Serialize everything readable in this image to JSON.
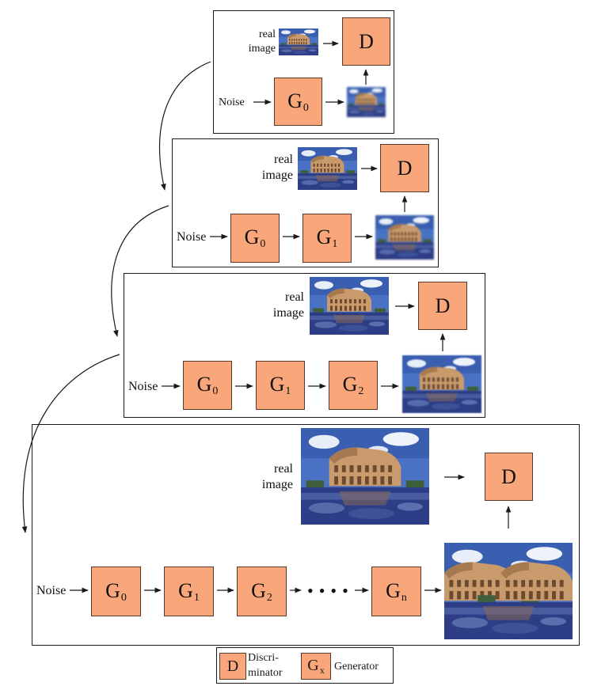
{
  "stages": [
    {
      "real_label": "real\nimage",
      "noise_label": "Noise",
      "generators": [
        {
          "letter": "G",
          "sub": "0"
        }
      ],
      "discriminator": "D"
    },
    {
      "real_label": "real\nimage",
      "noise_label": "Noise",
      "generators": [
        {
          "letter": "G",
          "sub": "0"
        },
        {
          "letter": "G",
          "sub": "1"
        }
      ],
      "discriminator": "D"
    },
    {
      "real_label": "real\nimage",
      "noise_label": "Noise",
      "generators": [
        {
          "letter": "G",
          "sub": "0"
        },
        {
          "letter": "G",
          "sub": "1"
        },
        {
          "letter": "G",
          "sub": "2"
        }
      ],
      "discriminator": "D"
    },
    {
      "real_label": "real\nimage",
      "noise_label": "Noise",
      "generators": [
        {
          "letter": "G",
          "sub": "0"
        },
        {
          "letter": "G",
          "sub": "1"
        },
        {
          "letter": "G",
          "sub": "2"
        },
        {
          "letter": "G",
          "sub": "n"
        }
      ],
      "ellipsis": "••••",
      "discriminator": "D"
    }
  ],
  "legend": {
    "d_symbol": "D",
    "d_text": "Discri-\nminator",
    "g_letter": "G",
    "g_sub": "x",
    "g_text": "Generator"
  },
  "colors": {
    "box_fill": "#f9a77a",
    "sky": "#3d63b8",
    "stone": "#c9a27a",
    "water": "#2c3f86"
  }
}
